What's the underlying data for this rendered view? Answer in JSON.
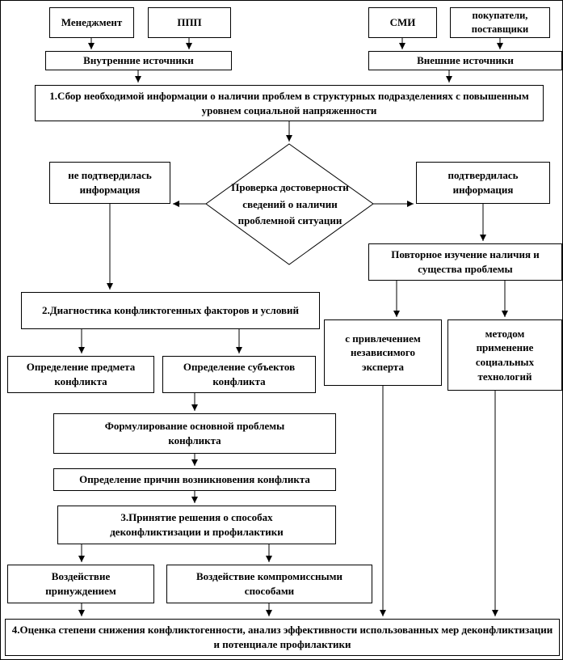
{
  "colors": {
    "line": "#000000",
    "box_border": "#000000",
    "box_fill": "#ffffff",
    "background": "#ffffff"
  },
  "nodes": {
    "management": "Менеджмент",
    "ppp": "ППП",
    "smi": "СМИ",
    "buyers": "покупатели, поставщики",
    "internal": "Внутренние источники",
    "external": "Внешние источники",
    "step1": "1.Сбор необходимой информации о наличии проблем в структурных подразделениях с повышенным уровнем социальной напряженности",
    "not_confirmed": "не подтвердилась информация",
    "check": "Проверка достоверности сведений о наличии проблемной ситуации",
    "confirmed": "подтвердилась информация",
    "repeat_study": "Повторное изучение наличия и существа проблемы",
    "step2": "2.Диагностика конфликтогенных факторов и условий",
    "subject": "Определение предмета конфликта",
    "actors": "Определение субъектов конфликта",
    "expert": "с привлечением независимого эксперта",
    "tech": "методом применение социальных технологий",
    "formulation": "Формулирование основной проблемы конфликта",
    "causes": "Определение причин возникновения конфликта",
    "step3": "3.Принятие решения о способах деконфликтизации и профилактики",
    "coercion": "Воздействие принуждением",
    "compromise": "Воздействие компромиссными способами",
    "step4": "4.Оценка степени снижения конфликтогенности, анализ эффективности использованных мер деконфликтизации и потенциале профилактики"
  }
}
